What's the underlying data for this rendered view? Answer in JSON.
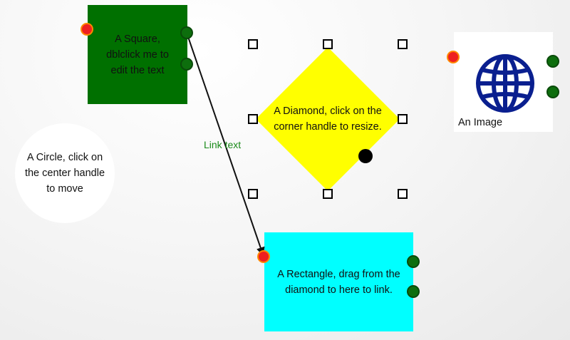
{
  "colors": {
    "square": "#007000",
    "circle": "#ffffff",
    "diamond": "#ffff00",
    "rectangle": "#00ffff",
    "port_green": "#0d6e0d",
    "port_red": "#ee2020",
    "port_red_border": "#ff8800",
    "link_text": "#1a8a1a",
    "globe": "#0a1f8f"
  },
  "nodes": {
    "square": {
      "label": "A Square, dblclick me to edit the text"
    },
    "circle": {
      "label": "A Circle, click on the center handle to move"
    },
    "diamond": {
      "label": "A Diamond, click on the corner handle to resize."
    },
    "rectangle": {
      "label": "A Rectangle, drag from the diamond to here to link."
    },
    "image": {
      "caption": "An Image",
      "icon": "globe-icon"
    }
  },
  "link": {
    "label": "Link text"
  }
}
